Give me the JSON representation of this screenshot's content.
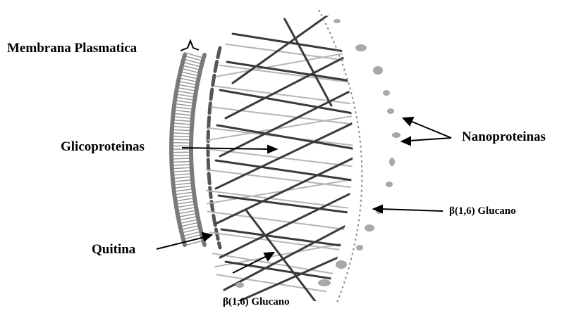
{
  "labels": {
    "membrana": "Membrana Plasmatica",
    "glicoproteinas": "Glicoproteinas",
    "nanoproteinas": "Nanoproteinas",
    "glucano_right": "β(1,6) Glucano",
    "quitina": "Quitina",
    "glucano_bottom": "β(1,6) Glucano"
  },
  "colors": {
    "text": "#000000",
    "fiber_dark": "#3a3a3a",
    "fiber_light": "#b5b5b5",
    "lipid_head": "#7a7a7a",
    "protein": "#a8a8a8"
  }
}
